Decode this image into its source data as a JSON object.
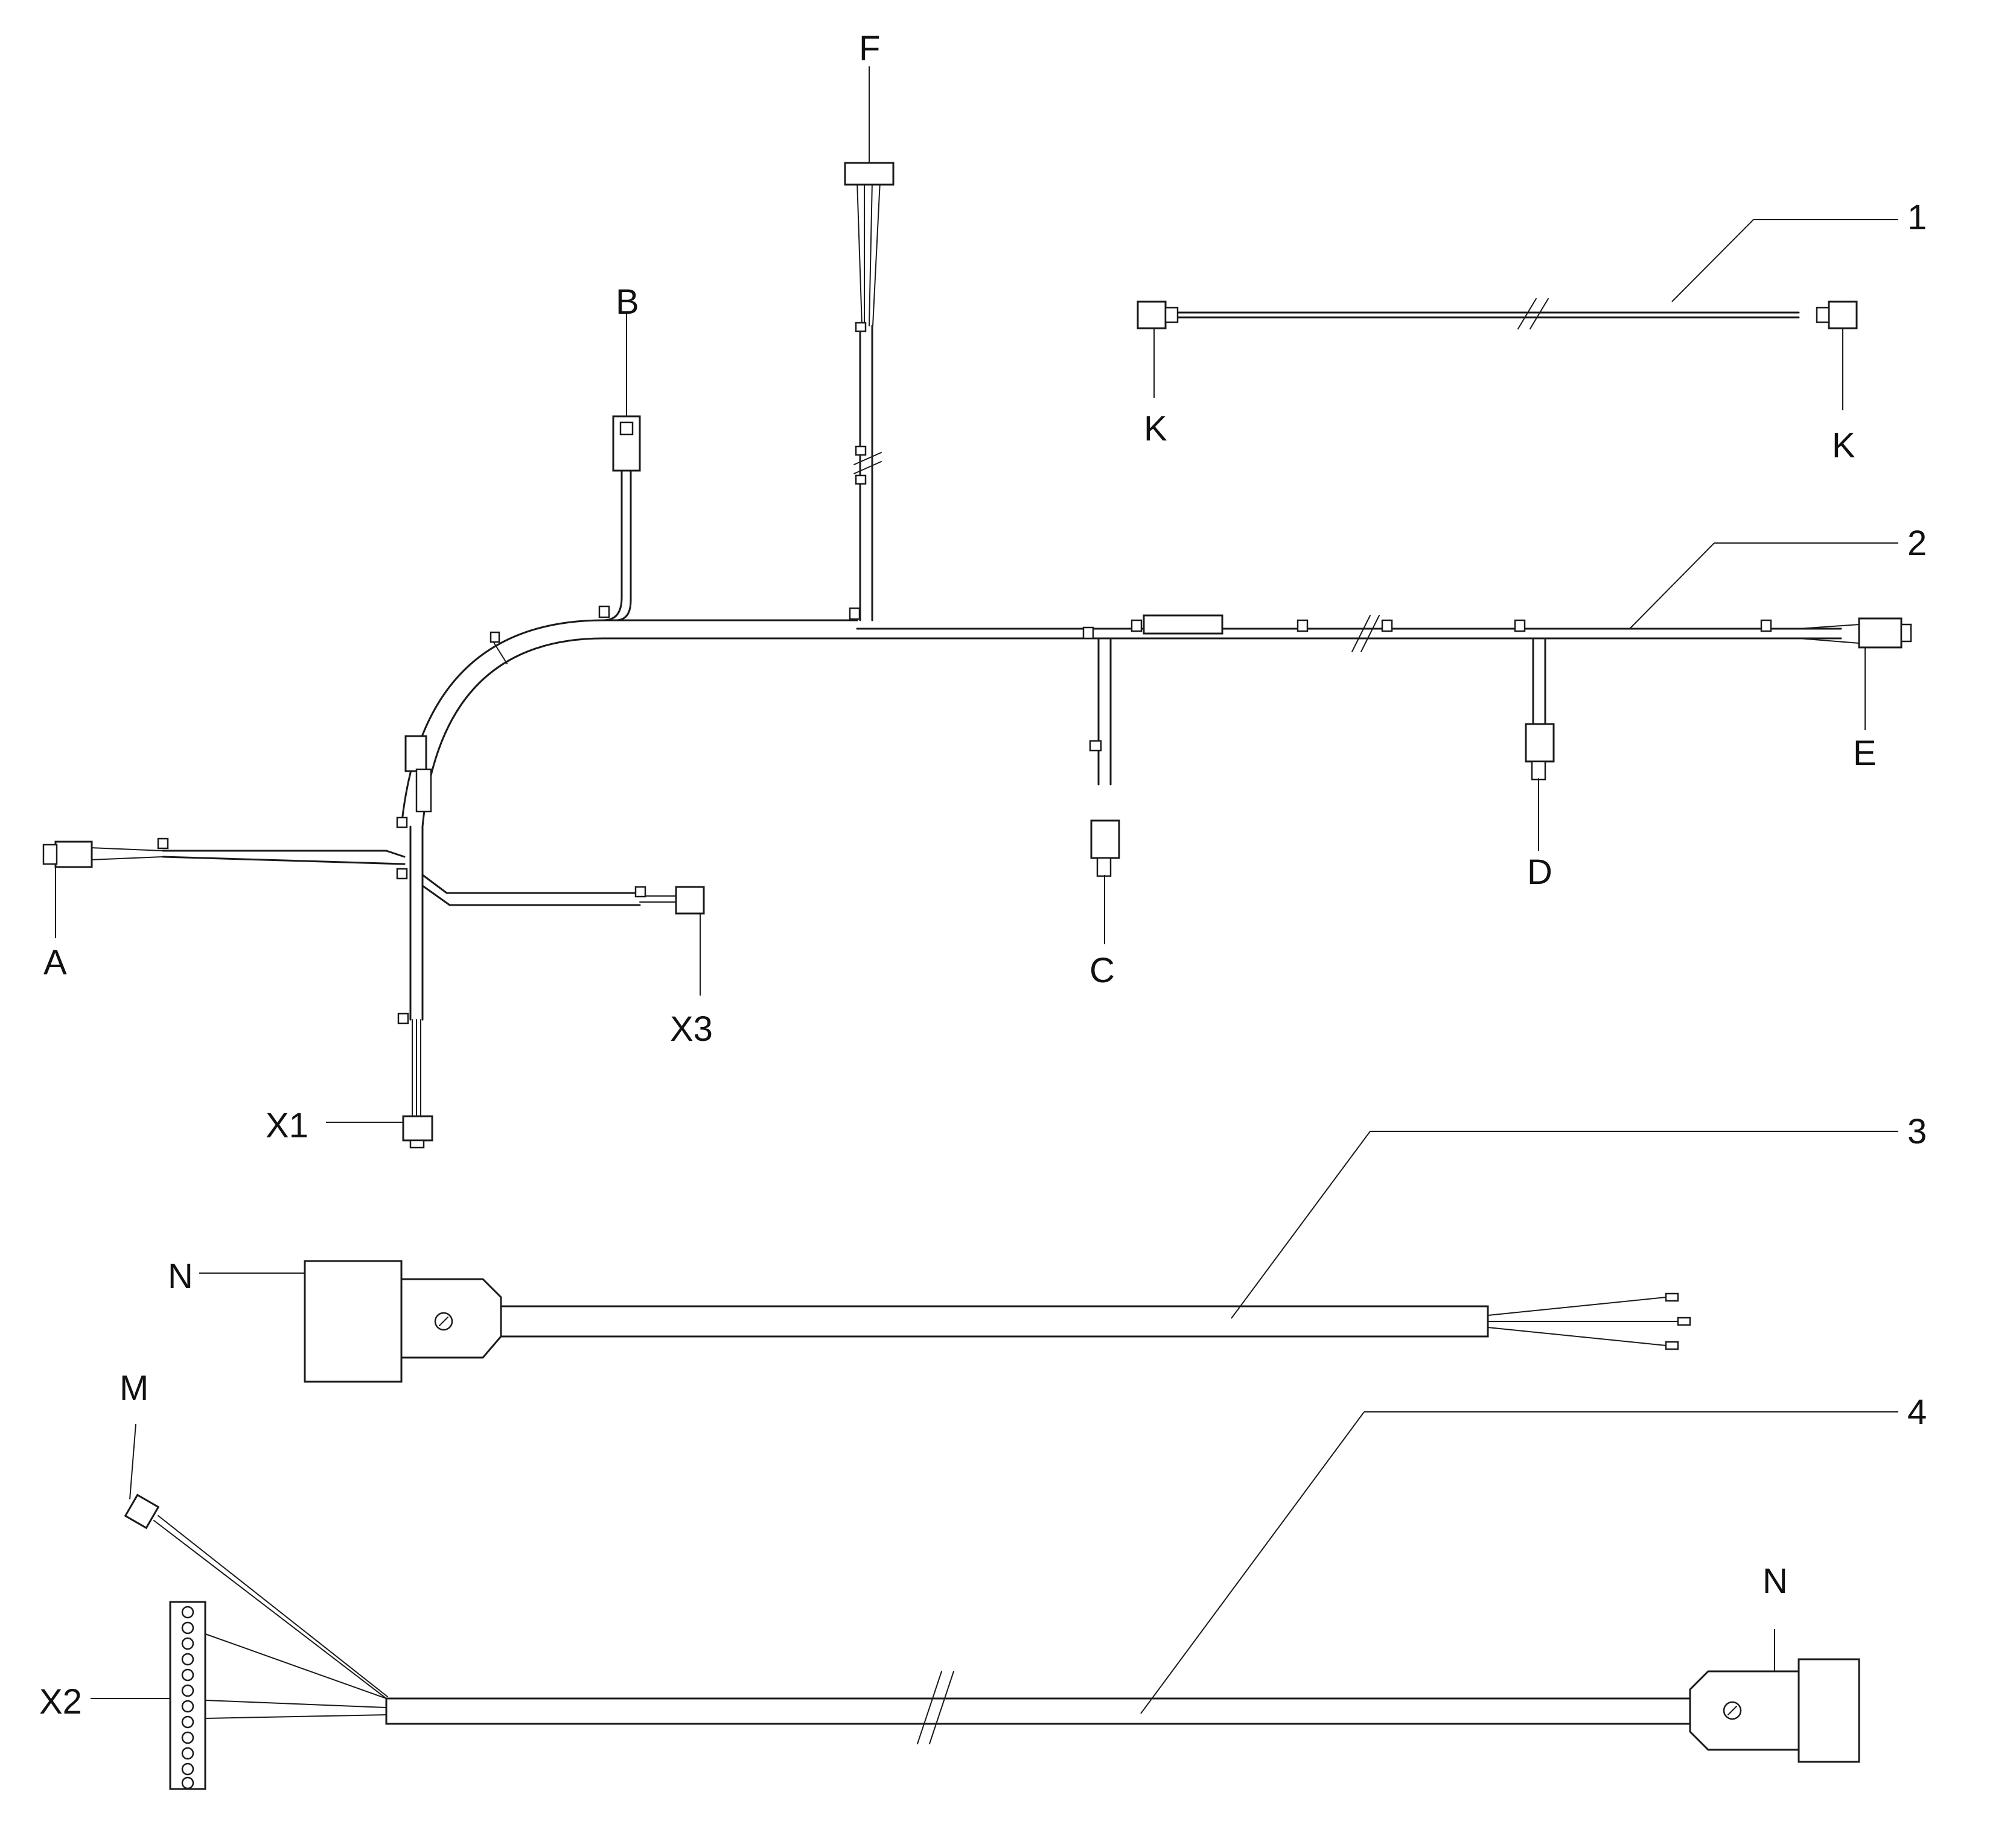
{
  "labels": {
    "F": "F",
    "B": "B",
    "one": "1",
    "K_left": "K",
    "K_right": "K",
    "two": "2",
    "E": "E",
    "A": "A",
    "C": "C",
    "D": "D",
    "X3": "X3",
    "X1": "X1",
    "three": "3",
    "N_top": "N",
    "M": "M",
    "four": "4",
    "N_bottom": "N",
    "X2": "X2"
  },
  "colors": {
    "line": "#1a1a1a",
    "background": "#ffffff"
  }
}
